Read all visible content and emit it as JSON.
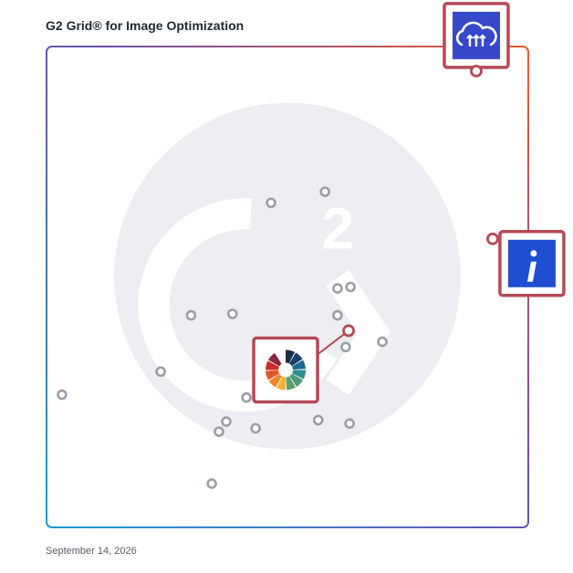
{
  "title": "G2 Grid® for Image Optimization",
  "date": "September 14, 2026",
  "watermark_text": "G2",
  "colors": {
    "highlight": "#b44a55",
    "dot": "#9a9fa6",
    "watermark": "#eceef1",
    "axis_start": "#1f9bd6",
    "axis_mid": "#6a4fb0",
    "axis_end": "#f0582e"
  },
  "chart_data": {
    "type": "scatter",
    "title": "G2 Grid® for Image Optimization",
    "xlabel": "",
    "ylabel": "",
    "xlim": [
      0,
      100
    ],
    "ylim": [
      0,
      100
    ],
    "grid": true,
    "quadrant_split": {
      "x": 50,
      "y": 50
    },
    "points": [
      {
        "x": 3.2,
        "y": 27.6
      },
      {
        "x": 23.7,
        "y": 32.4
      },
      {
        "x": 30.0,
        "y": 44.1
      },
      {
        "x": 38.6,
        "y": 44.4
      },
      {
        "x": 46.6,
        "y": 67.5
      },
      {
        "x": 57.8,
        "y": 69.8
      },
      {
        "x": 60.4,
        "y": 49.7
      },
      {
        "x": 63.1,
        "y": 50.0
      },
      {
        "x": 60.4,
        "y": 44.1
      },
      {
        "x": 69.7,
        "y": 38.6
      },
      {
        "x": 62.1,
        "y": 37.5
      },
      {
        "x": 41.5,
        "y": 27.0
      },
      {
        "x": 37.3,
        "y": 22.0
      },
      {
        "x": 35.8,
        "y": 19.9
      },
      {
        "x": 43.4,
        "y": 20.6
      },
      {
        "x": 56.4,
        "y": 22.3
      },
      {
        "x": 62.9,
        "y": 21.6
      },
      {
        "x": 34.3,
        "y": 9.1
      }
    ],
    "highlighted": [
      {
        "x": 89.2,
        "y": 94.9,
        "icon": "cloud-upload-logo-icon",
        "color": "#3749c9",
        "callout": "above"
      },
      {
        "x": 92.6,
        "y": 60.0,
        "icon": "info-letter-i-logo-icon",
        "color": "#1f4fd0",
        "callout": "right"
      },
      {
        "x": 62.7,
        "y": 40.9,
        "icon": "color-wheel-logo-icon",
        "color": "#ffffff",
        "callout": "left-below"
      }
    ]
  }
}
